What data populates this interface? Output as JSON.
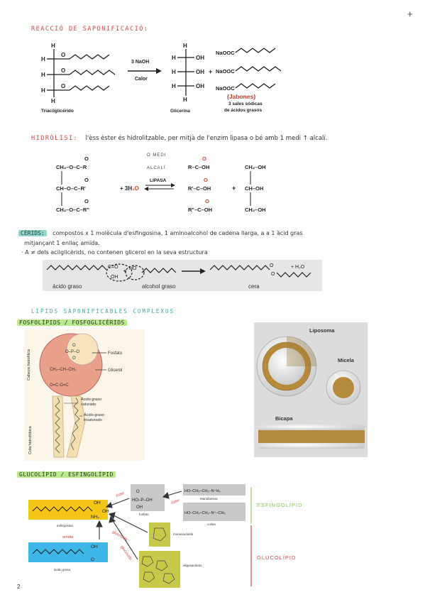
{
  "page": {
    "plus_icon": "+",
    "page_number": "2"
  },
  "saponification": {
    "heading": "REACCIÓ DE SAPONIFICACIÓ:",
    "reagent": "3 NaOH",
    "condition": "Calor",
    "label_triglyceride": "Triacilglicérido",
    "label_glycerol": "Glicerina",
    "soap_group": "NaOOC",
    "soap_title": "(Jabones)",
    "soap_sub1": "3 sales sódicas",
    "soap_sub2": "de ácidos grasos",
    "colors": {
      "soap_title": "#c0392b"
    }
  },
  "hydrolysis": {
    "heading": "HIDRÒLISI:",
    "text": "l'èss èster és hidrolitzable, per mitjà de l'enzim lipasa o bé amb 1 medi ↑ alcalí.",
    "medium1": "O MEDI",
    "medium2": "ALCALÍ",
    "enzyme": "LIPASA",
    "water": "+ 3H₂O",
    "rows_left": [
      "CH₂–O–C–R",
      "CH–O–C–R'",
      "CH₂–O–C–R\""
    ],
    "rows_acid": [
      "R–C–OH",
      "R'–C–OH",
      "R\"–C–OH"
    ],
    "rows_glycerol": [
      "CH₂–OH",
      "CH–OH",
      "CH₂–OH"
    ],
    "plus": "+"
  },
  "cerids": {
    "label": "CÈRIDS:",
    "text1": "compostos x 1 molècula d'esfingosina, 1 aminoalcohol de cadena llarga, a a 1 àcid gras",
    "text2": "mitjançant 1 enllaç amida.",
    "bullet": "· A ≠ dels acilglicèrids, no contenen glicerol en la seva estructura",
    "water": "+ H₂O",
    "label_acid": "ácido graso",
    "label_alcohol": "alcohol graso",
    "label_wax": "cera"
  },
  "complex": {
    "heading": "LÍPIDS SAPONIFICABLES COMPLEXOS",
    "phospho_label": "FOSFOLÍPIDS / FOSFOGLICÈRIDS",
    "head_axis": "Cabeza hidrofílica",
    "tail_axis": "Cola hidrofóbica",
    "fosfato": "Fosfato",
    "glicerol": "Glicerol",
    "saturated1": "Ácido graso",
    "saturated2": "saturado",
    "unsaturated1": "Ácido graso",
    "unsaturated2": "insaturado",
    "liposoma": "Liposoma",
    "micela": "Micela",
    "bicapa": "Bicapa"
  },
  "glyco": {
    "label": "GLUCOLÍPID / ESFINGOLÍPID",
    "esfingosina": "esfingosina",
    "acido_graso": "ácido graso",
    "fosfato": "fosfato",
    "etanolamina": "etanolamina",
    "colina": "colina",
    "monosacarido": "monosacárido",
    "oligosacarido": "oligosacárido",
    "esfingolipid": "ESFINGOLÍPID",
    "glucolipid": "GLUCOLÍPID",
    "ester": "éster",
    "amida": "amida",
    "glucosidic": "glucosídic",
    "oh": "OH",
    "nh2": "NH₂",
    "o": "O",
    "ho_p": "HO–P–OH",
    "etanolamina_formula": "HO–CH₂–CH₂–N⁺H₃",
    "colina_formula": "HO–CH₂–CH₂–N⁺–CH₃"
  }
}
